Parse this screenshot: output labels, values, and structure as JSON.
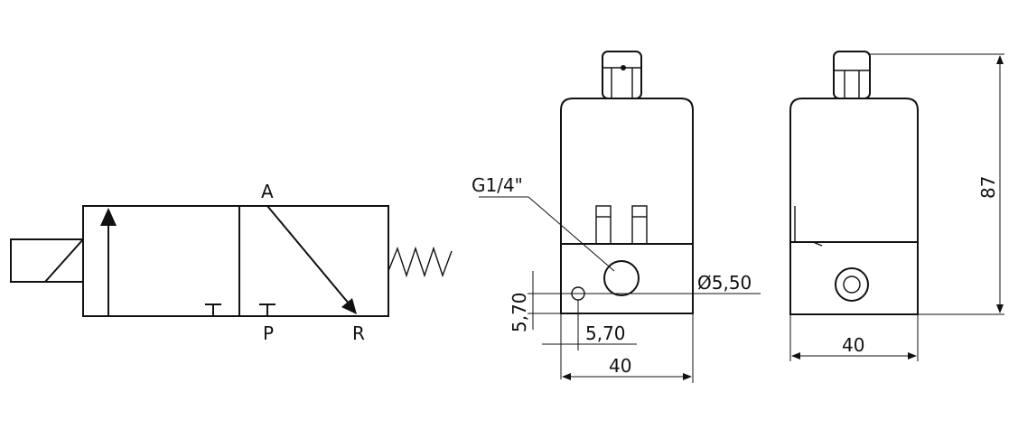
{
  "symbol": {
    "port_a": "A",
    "port_p": "P",
    "port_r": "R"
  },
  "front_view": {
    "thread_label": "G1/4\"",
    "hole_diameter_label": "Ø5,50",
    "vertical_offset_label": "5,70",
    "horizontal_offset_label": "5,70",
    "width_label": "40"
  },
  "side_view": {
    "height_label": "87",
    "width_label": "40"
  }
}
